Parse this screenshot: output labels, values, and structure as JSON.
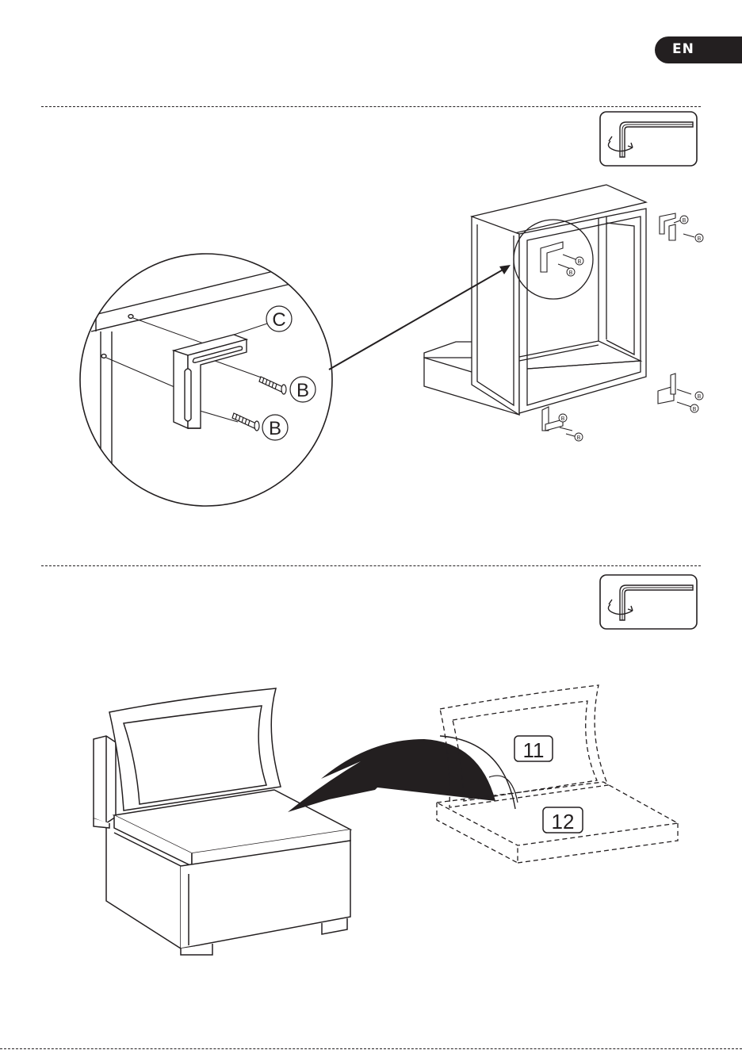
{
  "header": {
    "language": "EN"
  },
  "step1": {
    "detail_labels": {
      "bracket": "C",
      "screw_upper": "B",
      "screw_lower": "B"
    },
    "frame_screw_label": "B"
  },
  "step2": {
    "backrest_cushion_label": "11",
    "seat_cushion_label": "12"
  },
  "colors": {
    "ink": "#231f20",
    "background": "#ffffff"
  },
  "icons": [
    "allen-key-icon",
    "allen-key-icon"
  ]
}
